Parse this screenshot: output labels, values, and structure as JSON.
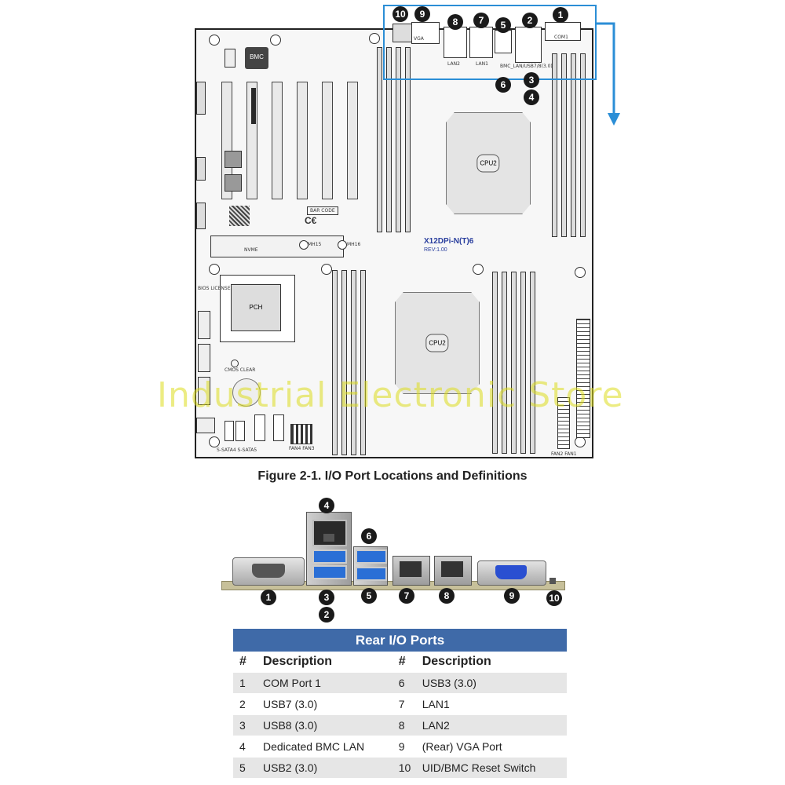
{
  "board": {
    "model": "X12DPi-N(T)6",
    "rev": "REV:1.00",
    "components": {
      "bmc": "BMC",
      "pch": "PCH",
      "cpu1": "CPU2",
      "cpu2": "CPU2",
      "nvme": "NVME",
      "mh15": "MH15",
      "mh16": "MH16",
      "barcode": "BAR CODE",
      "cmos": "CMOS CLEAR",
      "bios_license": "BIOS LICENSE",
      "vga_label": "VGA",
      "com_label": "COM1",
      "lan2_label": "LAN2",
      "lan1_label": "LAN1",
      "usb_label": "BMC_LAN/USB7/8(3.0)",
      "fan_label": "FAN2 FAN1",
      "sata_label": "S-SATA4 S-SATA5",
      "fan43_label": "FAN4 FAN3"
    },
    "callouts_top": [
      "10",
      "9",
      "8",
      "7",
      "5",
      "2",
      "1"
    ],
    "callouts_side": [
      "6",
      "3",
      "4"
    ]
  },
  "watermark": "Industrial Electronic Store",
  "caption": "Figure 2-1. I/O Port Locations and Definitions",
  "io_callouts": [
    "4",
    "6",
    "1",
    "3",
    "2",
    "5",
    "7",
    "8",
    "9",
    "10"
  ],
  "table": {
    "title": "Rear I/O Ports",
    "col_num": "#",
    "col_desc": "Description",
    "rows": [
      {
        "n1": "1",
        "d1": "COM Port 1",
        "n2": "6",
        "d2": "USB3 (3.0)"
      },
      {
        "n1": "2",
        "d1": "USB7 (3.0)",
        "n2": "7",
        "d2": "LAN1"
      },
      {
        "n1": "3",
        "d1": "USB8 (3.0)",
        "n2": "8",
        "d2": "LAN2"
      },
      {
        "n1": "4",
        "d1": "Dedicated BMC LAN",
        "n2": "9",
        "d2": "(Rear) VGA Port"
      },
      {
        "n1": "5",
        "d1": "USB2 (3.0)",
        "n2": "10",
        "d2": "UID/BMC Reset Switch"
      }
    ]
  },
  "colors": {
    "highlight": "#2b8ed6",
    "table_header": "#3f6aa8",
    "vga": "#2a4fd1",
    "usb": "#2a6fd6"
  }
}
